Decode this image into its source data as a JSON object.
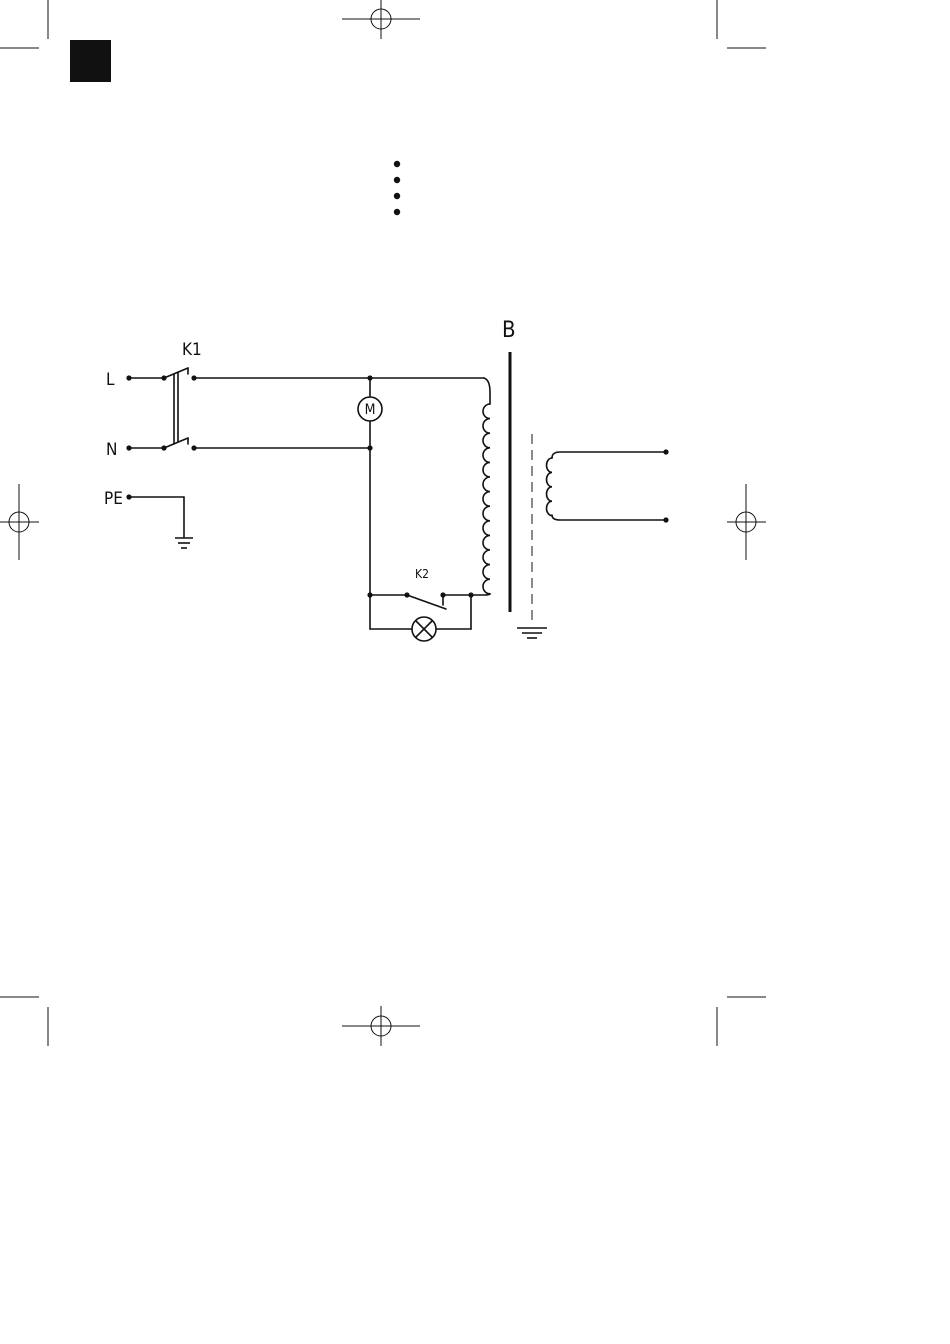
{
  "labels": {
    "line": "L",
    "neutral": "N",
    "protective_earth": "PE",
    "main_switch": "K1",
    "motor": "M",
    "thermal_switch": "K2",
    "transformer": "B"
  },
  "colors": {
    "ink": "#111111",
    "core_shield": "#8a8a8a",
    "marker_block": "#111111"
  },
  "icons": {
    "motor": "motor-circle-icon",
    "lamp": "indicator-lamp-icon",
    "ground": "ground-icon",
    "registration": "registration-mark-icon"
  }
}
